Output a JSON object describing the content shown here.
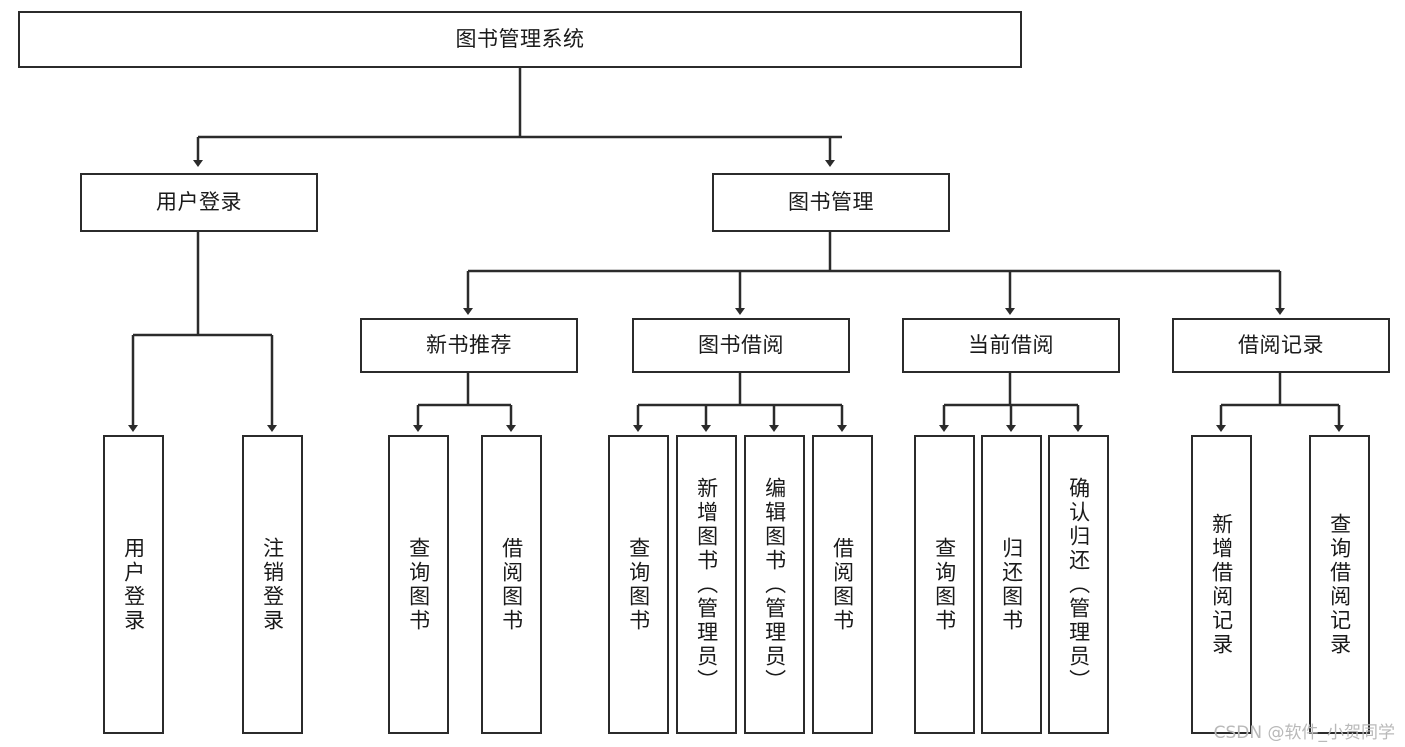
{
  "diagram": {
    "title": "图书管理系统",
    "type": "tree-hierarchy",
    "orientation": "top-down",
    "colors": {
      "stroke": "#2b2b2b",
      "fill": "#ffffff",
      "text": "#1a1a1a",
      "watermark": "#b9b9b9"
    },
    "root": {
      "label": "图书管理系统"
    },
    "level2": [
      {
        "label": "用户登录"
      },
      {
        "label": "图书管理"
      }
    ],
    "level3": [
      {
        "label": "新书推荐"
      },
      {
        "label": "图书借阅"
      },
      {
        "label": "当前借阅"
      },
      {
        "label": "借阅记录"
      }
    ],
    "leaves_user_login": [
      {
        "label": "用户登录"
      },
      {
        "label": "注销登录"
      }
    ],
    "leaves_new_book": [
      {
        "label": "查询图书"
      },
      {
        "label": "借阅图书"
      }
    ],
    "leaves_borrow": [
      {
        "label": "查询图书"
      },
      {
        "label": "新增图书（管理员）"
      },
      {
        "label": "编辑图书（管理员）"
      },
      {
        "label": "借阅图书"
      }
    ],
    "leaves_current": [
      {
        "label": "查询图书"
      },
      {
        "label": "归还图书"
      },
      {
        "label": "确认归还（管理员）"
      }
    ],
    "leaves_record": [
      {
        "label": "新增借阅记录"
      },
      {
        "label": "查询借阅记录"
      }
    ]
  },
  "watermark": {
    "text": "CSDN @软件_小贺同学"
  }
}
